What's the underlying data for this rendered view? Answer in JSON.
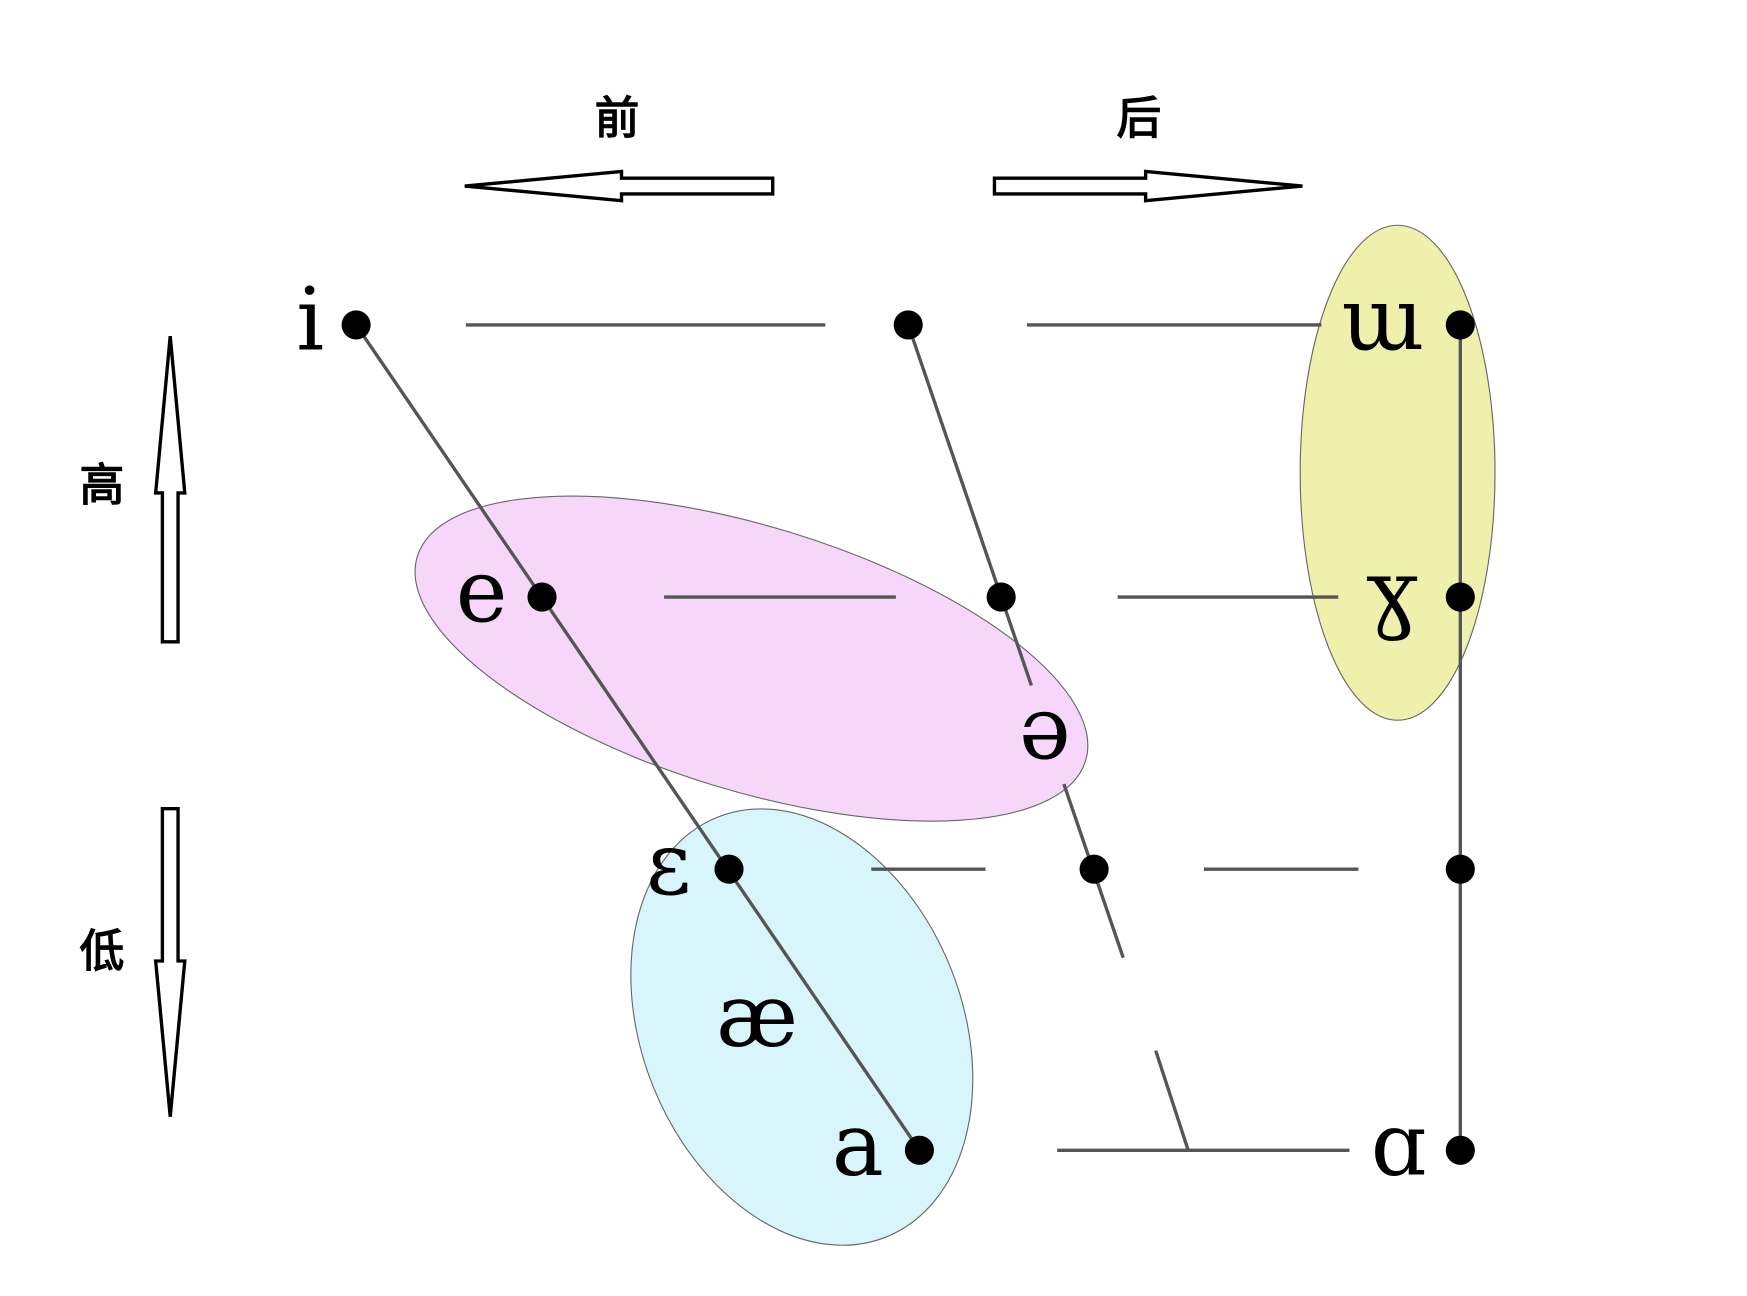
{
  "labels": {
    "front": "前",
    "back": "后",
    "high": "高",
    "low": "低"
  },
  "vowels": {
    "i": "i",
    "u_unrounded": "ɯ",
    "e": "e",
    "gamma": "ɣ",
    "schwa": "ə",
    "epsilon": "ɛ",
    "ash": "æ",
    "a": "a",
    "alpha": "ɑ"
  },
  "colors": {
    "pink_group": "#f7d7f9",
    "cyan_group": "#d8f5fb",
    "yellow_group": "#eff0ac"
  }
}
